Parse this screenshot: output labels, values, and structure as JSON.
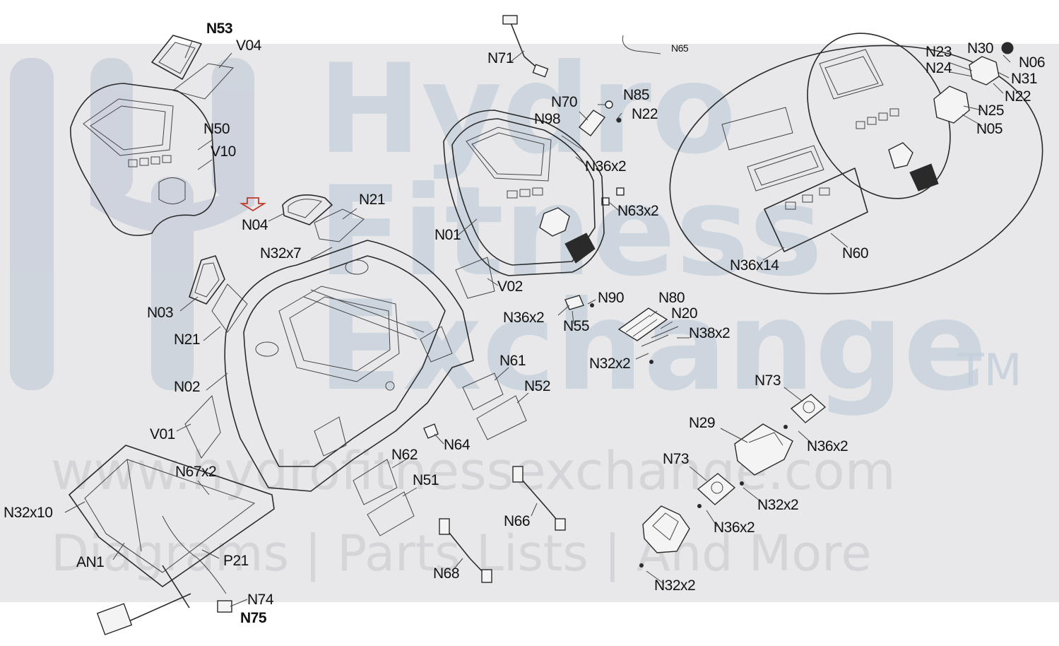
{
  "watermark": {
    "line1": "Hydro",
    "line2": "Fitness",
    "line3": "Exchange",
    "tm": "TM",
    "url": "www.hydrofitnessexchange.com",
    "tagline": "Diagrams | Parts Lists | And More",
    "brand_color": "#c5cfdb"
  },
  "labels": [
    {
      "text": "N53",
      "bold": true
    },
    {
      "text": "V04"
    },
    {
      "text": "N50"
    },
    {
      "text": "V10"
    },
    {
      "text": "N04"
    },
    {
      "text": "N21"
    },
    {
      "text": "N32x7"
    },
    {
      "text": "N03"
    },
    {
      "text": "N21"
    },
    {
      "text": "N02"
    },
    {
      "text": "V01"
    },
    {
      "text": "N67x2"
    },
    {
      "text": "N32x10"
    },
    {
      "text": "AN1"
    },
    {
      "text": "P21"
    },
    {
      "text": "N74"
    },
    {
      "text": "N75",
      "bold": true
    },
    {
      "text": "N71"
    },
    {
      "text": "N65",
      "small": true
    },
    {
      "text": "N70"
    },
    {
      "text": "N85"
    },
    {
      "text": "N98"
    },
    {
      "text": "N22"
    },
    {
      "text": "N36x2"
    },
    {
      "text": "N63x2"
    },
    {
      "text": "N01"
    },
    {
      "text": "V02"
    },
    {
      "text": "N90"
    },
    {
      "text": "N36x2"
    },
    {
      "text": "N55"
    },
    {
      "text": "N80"
    },
    {
      "text": "N20"
    },
    {
      "text": "N38x2"
    },
    {
      "text": "N32x2"
    },
    {
      "text": "N61"
    },
    {
      "text": "N52"
    },
    {
      "text": "N64"
    },
    {
      "text": "N62"
    },
    {
      "text": "N51"
    },
    {
      "text": "N66"
    },
    {
      "text": "N68"
    },
    {
      "text": "N23"
    },
    {
      "text": "N30"
    },
    {
      "text": "N06"
    },
    {
      "text": "N24"
    },
    {
      "text": "N31"
    },
    {
      "text": "N22"
    },
    {
      "text": "N25"
    },
    {
      "text": "N05"
    },
    {
      "text": "N60"
    },
    {
      "text": "N36x14"
    },
    {
      "text": "N73"
    },
    {
      "text": "N29"
    },
    {
      "text": "N36x2"
    },
    {
      "text": "N73"
    },
    {
      "text": "N32x2"
    },
    {
      "text": "N36x2"
    },
    {
      "text": "N32x2"
    }
  ],
  "highlight_arrow_color": "#c0392b"
}
